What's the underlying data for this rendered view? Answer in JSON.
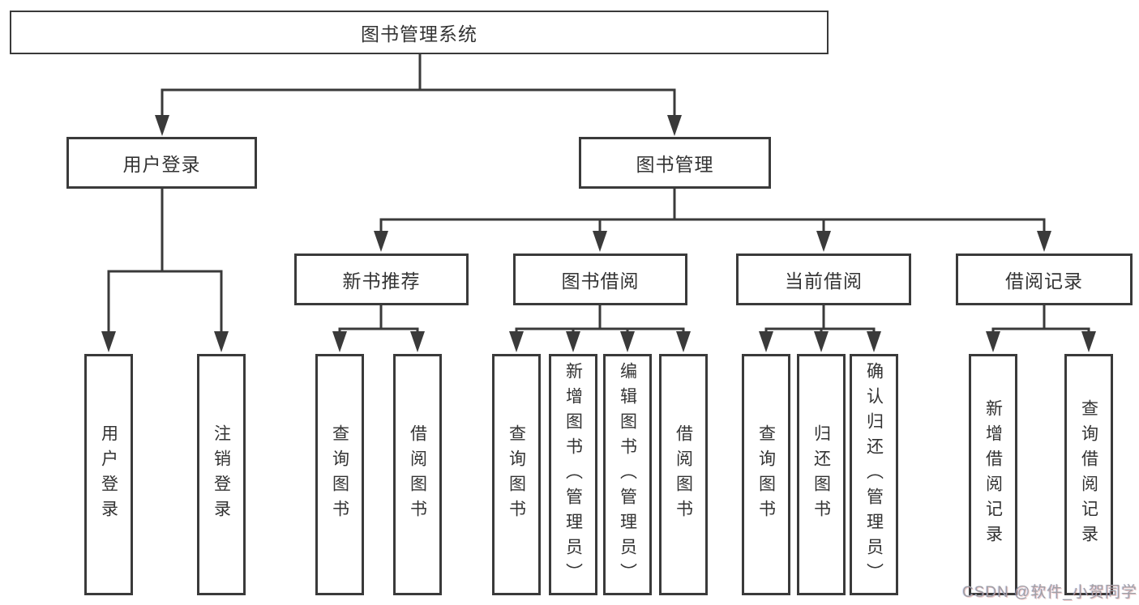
{
  "diagram": {
    "root": {
      "label": "图书管理系统",
      "children": [
        {
          "label": "用户登录",
          "children": [
            {
              "label": "用户登录"
            },
            {
              "label": "注销登录"
            }
          ]
        },
        {
          "label": "图书管理",
          "children": [
            {
              "label": "新书推荐",
              "children": [
                {
                  "label": "查询图书"
                },
                {
                  "label": "借阅图书"
                }
              ]
            },
            {
              "label": "图书借阅",
              "children": [
                {
                  "label": "查询图书"
                },
                {
                  "label": "新增图书（管理员）"
                },
                {
                  "label": "编辑图书（管理员）"
                },
                {
                  "label": "借阅图书"
                }
              ]
            },
            {
              "label": "当前借阅",
              "children": [
                {
                  "label": "查询图书"
                },
                {
                  "label": "归还图书"
                },
                {
                  "label": "确认归还（管理员）"
                }
              ]
            },
            {
              "label": "借阅记录",
              "children": [
                {
                  "label": "新增借阅记录"
                },
                {
                  "label": "查询借阅记录"
                }
              ]
            }
          ]
        }
      ]
    }
  },
  "watermark": {
    "text": "CSDN @软件_小贺同学"
  },
  "colors": {
    "line": "#3a3a3a",
    "box_border": "#3a3a3a",
    "text": "#333333",
    "watermark_text": "#a0a0a6",
    "background": "#ffffff"
  }
}
